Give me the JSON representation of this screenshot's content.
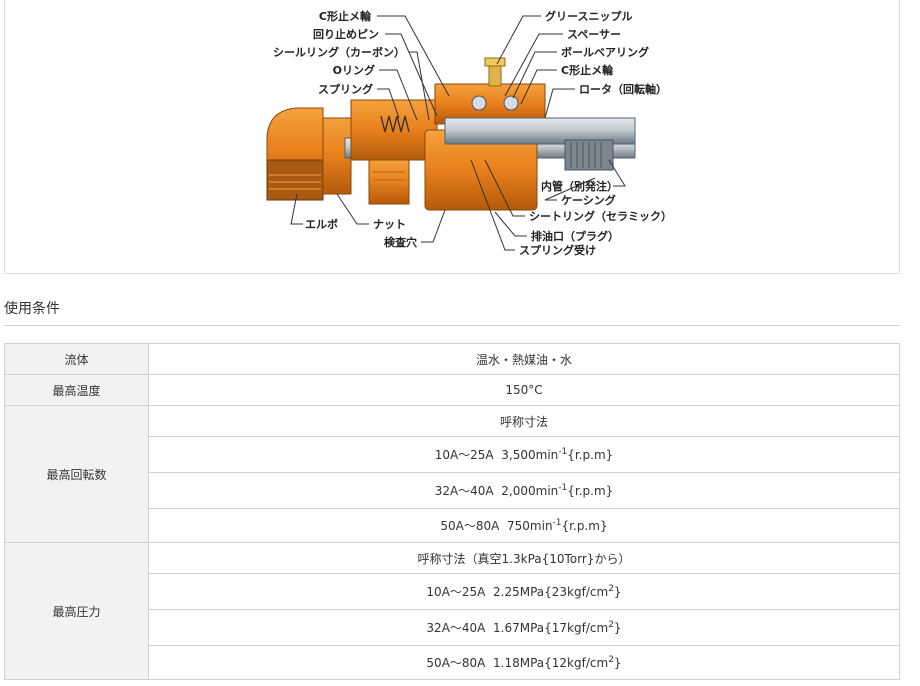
{
  "diagram": {
    "labels_left": [
      "C形止メ輪",
      "回り止めピン",
      "シールリング（カーボン）",
      "Oリング",
      "スプリング"
    ],
    "labels_right": [
      "グリースニップル",
      "スペーサー",
      "ボールベアリング",
      "C形止メ輪",
      "ロータ（回転軸）"
    ],
    "labels_lower_right": [
      "内管（別発注）",
      "ケーシング",
      "シートリング（セラミック）",
      "排油口（プラグ）",
      "スプリング受け"
    ],
    "labels_bottom": [
      "エルボ",
      "ナット",
      "検査穴"
    ],
    "colors": {
      "body": "#e8801c",
      "body_dark": "#b35a0c",
      "shaft": "#9aa4ad",
      "shaft_light": "#d8dde2"
    }
  },
  "section": {
    "title": "使用条件"
  },
  "table": {
    "row1": {
      "label": "流体",
      "value": "温水・熱媒油・水"
    },
    "row2": {
      "label": "最高温度",
      "value": "150°C"
    },
    "rotation": {
      "label": "最高回転数",
      "header": "呼称寸法",
      "rows": [
        {
          "size": "10A～25A",
          "value": "3,500min",
          "exp": "-1",
          "unit": "{r.p.m}"
        },
        {
          "size": "32A～40A",
          "value": "2,000min",
          "exp": "-1",
          "unit": "{r.p.m}"
        },
        {
          "size": "50A～80A",
          "value": "750min",
          "exp": "-1",
          "unit": "{r.p.m}"
        }
      ]
    },
    "pressure": {
      "label": "最高圧力",
      "header": "呼称寸法（真空1.3kPa{10Torr}から）",
      "rows": [
        {
          "size": "10A～25A",
          "value": "2.25MPa{23kgf/cm",
          "exp": "2",
          "unit": "}"
        },
        {
          "size": "32A～40A",
          "value": "1.67MPa{17kgf/cm",
          "exp": "2",
          "unit": "}"
        },
        {
          "size": "50A～80A",
          "value": "1.18MPa{12kgf/cm",
          "exp": "2",
          "unit": "}"
        }
      ]
    }
  }
}
